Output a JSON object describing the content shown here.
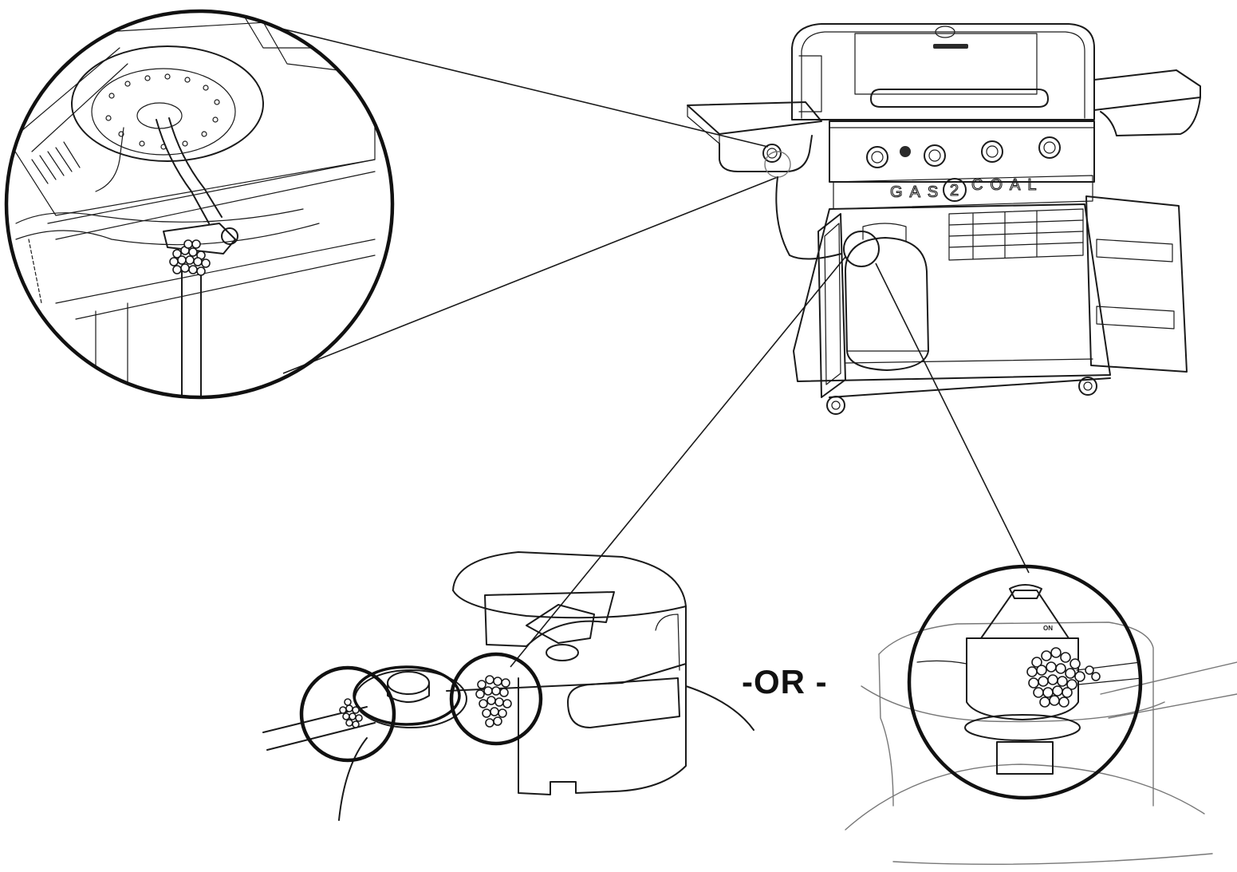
{
  "figure": {
    "separator_text": "-OR -",
    "grill": {
      "brand_left": "GAS",
      "brand_number": "2",
      "brand_right": "COAL"
    },
    "valve_label": "ON"
  },
  "icons": {
    "grill": "gas-grill-illustration",
    "side_burner_detail": "side-burner-leak-test-detail",
    "tank_valve_detail": "tank-valve-leak-test-detail",
    "regulator_detail": "regulator-leak-test-detail"
  },
  "colors": {
    "ink": "#1a1a1a",
    "background": "#ffffff"
  }
}
